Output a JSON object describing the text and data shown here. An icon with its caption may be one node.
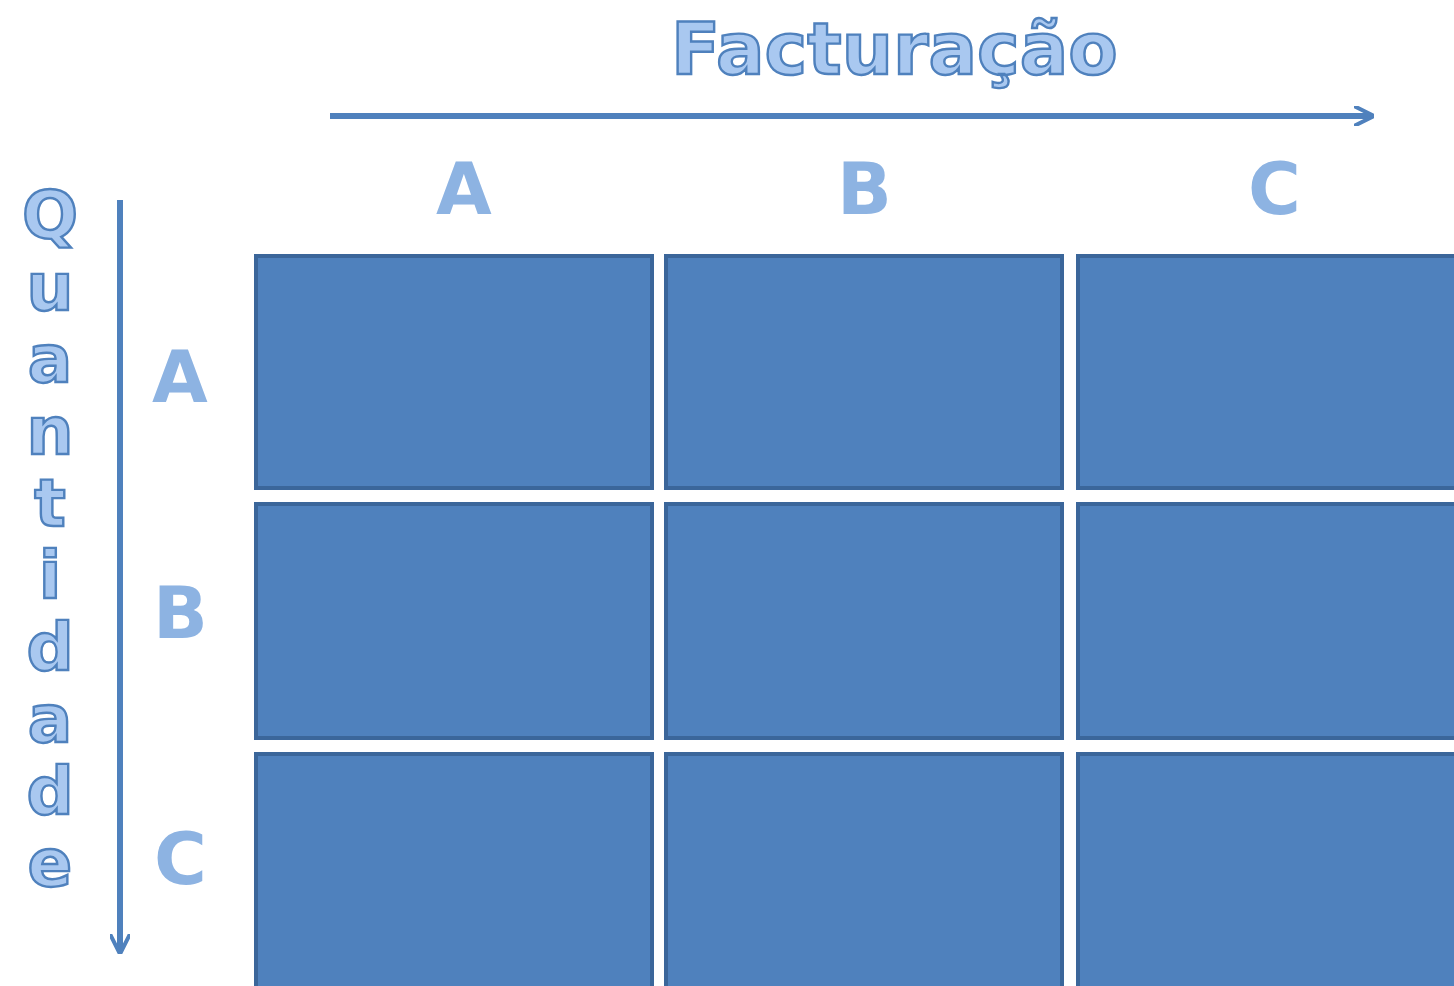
{
  "diagram": {
    "nodes": [
      {
        "text": [],
        "shape": "box"
      },
      {
        "text": [],
        "shape": "box"
      },
      {
        "text": [],
        "shape": "box"
      },
      {
        "text": [],
        "shape": "box"
      },
      {
        "text": [],
        "shape": "box"
      },
      {
        "text": [],
        "shape": "box"
      },
      {
        "text": [],
        "shape": "box"
      },
      {
        "text": [],
        "shape": "box"
      },
      {
        "text": [],
        "shape": "box"
      }
    ],
    "labels": [
      "Facturação",
      "A",
      "B",
      "C",
      "Quantidade",
      "A",
      "B",
      "C"
    ]
  }
}
